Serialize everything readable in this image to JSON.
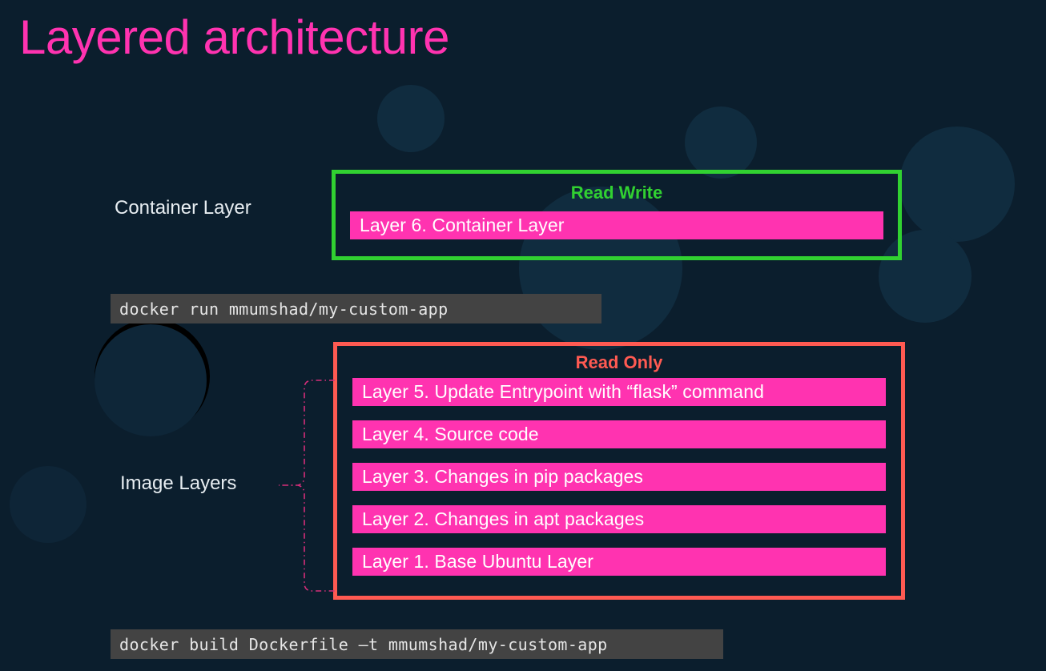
{
  "slide": {
    "title": "Layered architecture",
    "background_color": "#0b1e2d",
    "title_color": "#ff33b0"
  },
  "labels": {
    "container_layer": "Container Layer",
    "image_layers": "Image Layers"
  },
  "container_section": {
    "heading": "Read Write",
    "heading_color": "#31d131",
    "border_color": "#31d131",
    "layers": [
      {
        "label": "Layer 6. Container Layer"
      }
    ]
  },
  "image_section": {
    "heading": "Read Only",
    "heading_color": "#ff5a52",
    "border_color": "#ff5a52",
    "layers": [
      {
        "label": "Layer 5. Update Entrypoint with “flask” command"
      },
      {
        "label": "Layer 4. Source code"
      },
      {
        "label": "Layer 3. Changes in pip packages"
      },
      {
        "label": "Layer 2. Changes in apt packages"
      },
      {
        "label": "Layer 1. Base Ubuntu Layer"
      }
    ]
  },
  "commands": {
    "run": "docker run mmumshad/my-custom-app",
    "build": "docker build Dockerfile –t mmumshad/my-custom-app"
  },
  "theme": {
    "layer_bar_color": "#ff33b0",
    "layer_text_color": "#ffffff",
    "command_bar_color": "#434343",
    "command_text_color": "#e6e6e6",
    "decor_circle_color": "#102c3f",
    "connector_color": "#d62e7a"
  }
}
